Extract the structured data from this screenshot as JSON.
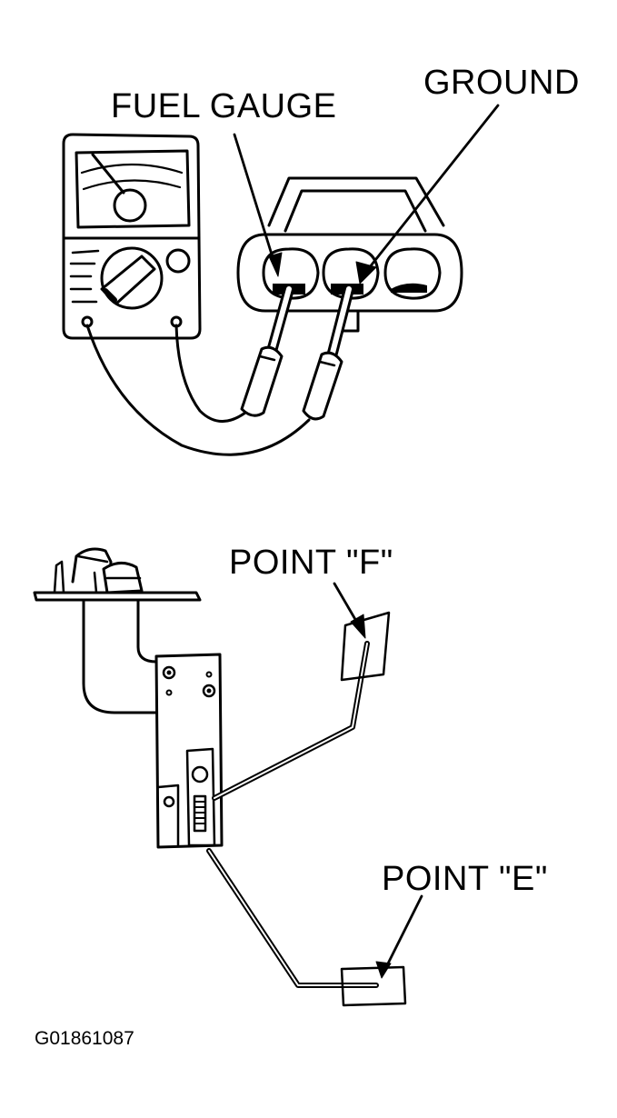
{
  "labels": {
    "fuel_gauge": "FUEL GAUGE",
    "ground": "GROUND",
    "point_f": "POINT \"F\"",
    "point_e": "POINT \"E\"",
    "figure_code": "G01861087"
  },
  "colors": {
    "ink": "#000000",
    "paper": "#ffffff"
  }
}
